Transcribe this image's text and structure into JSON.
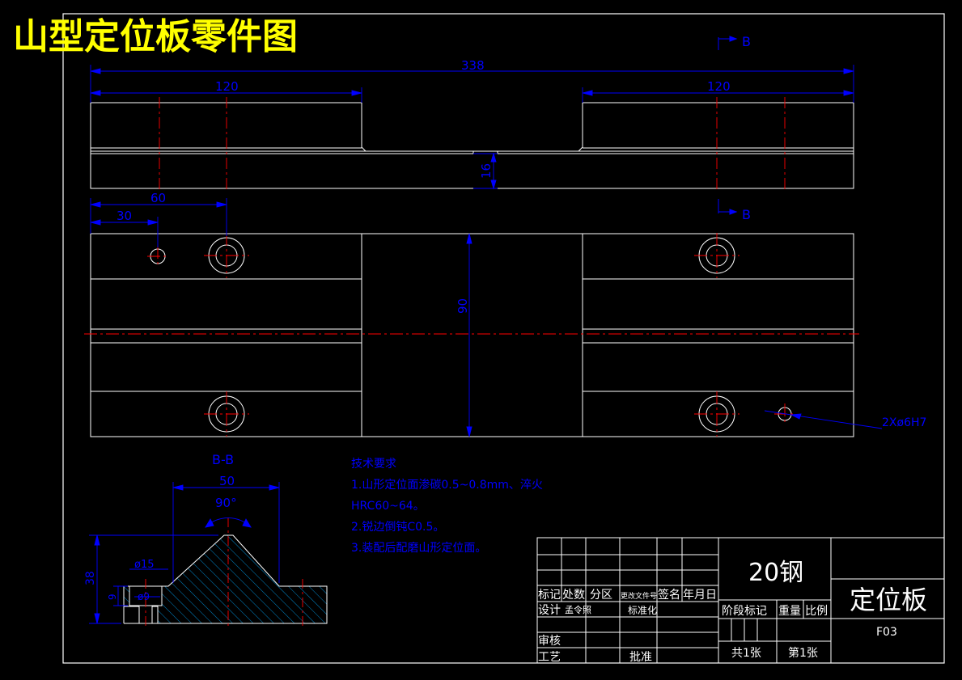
{
  "title": "山型定位板零件图",
  "colors": {
    "background": "#000000",
    "outline": "#ffffff",
    "dimension": "#0000ff",
    "centerline": "#ff0000",
    "title": "#ffff00",
    "hatch": "#00aaff"
  },
  "section_marks": {
    "top": "B",
    "bottom": "B"
  },
  "dimensions": {
    "overall_length": "338",
    "left_width": "120",
    "right_width": "120",
    "groove_depth": "16",
    "hole_offset_60": "60",
    "hole_offset_30": "30",
    "plate_width": "90",
    "hole_callout": "2Xø6H7"
  },
  "section": {
    "label": "B-B",
    "width_50": "50",
    "angle": "90°",
    "height_38": "38",
    "depth_9": "9",
    "dia_15": "ø15",
    "dia_9": "ø9"
  },
  "tech_requirements": {
    "heading": "技术要求",
    "line1": "1.山形定位面渗碳0.5~0.8mm、淬火",
    "line2": "HRC60~64。",
    "line3": "2.锐边倒钝C0.5。",
    "line4": "3.装配后配磨山形定位面。"
  },
  "title_block": {
    "material": "20钢",
    "part_name": "定位板",
    "drawing_no": "F03",
    "h_mark": "标记",
    "h_count": "处数",
    "h_zone": "分区",
    "h_docno": "更改文件号",
    "h_sign": "签名",
    "h_date": "年月日",
    "h_design": "设计",
    "designer": "孟令照",
    "h_standard": "标准化",
    "h_review": "审核",
    "h_process": "工艺",
    "h_approve": "批准",
    "h_stage": "阶段标记",
    "h_weight": "重量",
    "h_scale": "比例",
    "total_sheets": "共1张",
    "sheet_no": "第1张"
  }
}
